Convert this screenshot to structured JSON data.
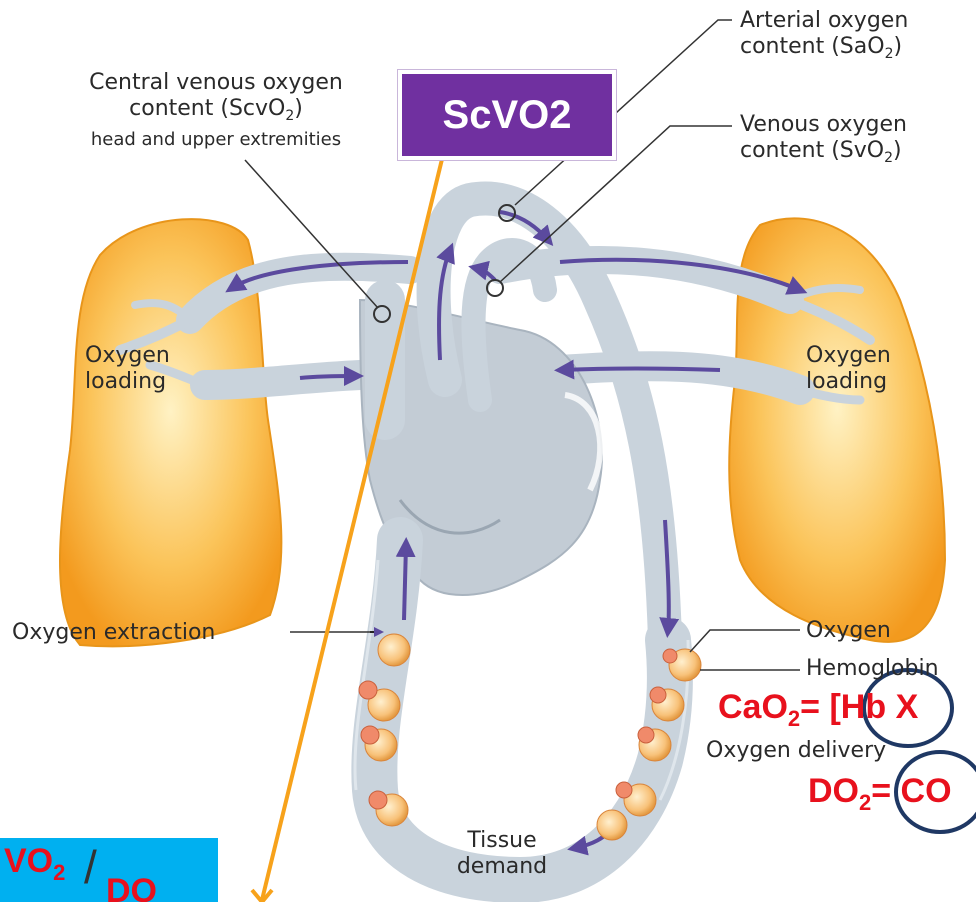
{
  "labels": {
    "arterial_line1": "Arterial oxygen",
    "arterial_line2_pre": "content (SaO",
    "arterial_sub": "2",
    "arterial_post": ")",
    "venous_line1": "Venous oxygen",
    "venous_line2_pre": "content (SvO",
    "venous_sub": "2",
    "venous_post": ")",
    "central_line1": "Central venous oxygen",
    "central_line2_pre": "content (ScvO",
    "central_sub": "2",
    "central_post": ")",
    "central_line3": "head and upper extremities",
    "left_lung_line1": "Oxygen",
    "left_lung_line2": "loading",
    "right_lung_line1": "Oxygen",
    "right_lung_line2": "loading",
    "extraction": "Oxygen extraction",
    "oxygen": "Oxygen",
    "hemoglobin": "Hemoglobin",
    "delivery": "Oxygen delivery",
    "tissue_line1": "Tissue",
    "tissue_line2": "demand"
  },
  "overlays": {
    "scvo2_box": "ScVO2",
    "cao2_pre": "CaO",
    "cao2_sub": "2",
    "cao2_post": "= [Hb X",
    "do2_pre": "DO",
    "do2_sub": "2",
    "do2_post": "= CO",
    "vo2_num": "VO",
    "vo2_sub": "2",
    "vo2_slash": "/",
    "vo2_den": "DO"
  },
  "colors": {
    "lung": "#f9b233",
    "vessel": "#c9d3dc",
    "flow_arrow": "#5b4a9e",
    "overlay_purple": "#7030a0",
    "overlay_red": "#e8111d",
    "overlay_blue": "#00b0f0",
    "overlay_orange": "#f7a21b",
    "circle_outline": "#1f3864"
  }
}
